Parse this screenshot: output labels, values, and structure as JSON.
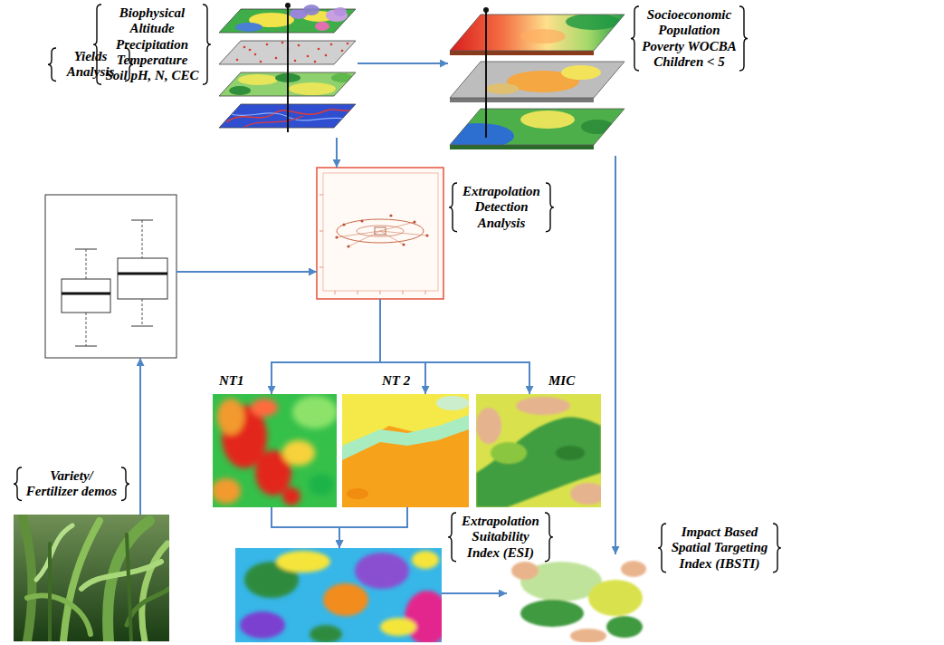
{
  "diagram": {
    "nodes": [
      {
        "text": [
          "Biophysical Altitude Precipitation Temperature Soil pH, N, CEC"
        ]
      },
      {
        "text": [
          "Socioeconomic Population Poverty WOCBA Children < 5"
        ]
      },
      {
        "text": [
          "Yields Analysis"
        ]
      },
      {
        "text": [
          "Extrapolation Detection Analysis"
        ]
      },
      {
        "text": [
          "NT1"
        ]
      },
      {
        "text": [
          "NT 2"
        ]
      },
      {
        "text": [
          "MIC"
        ]
      },
      {
        "text": [
          "Extrapolation Suitability Index (ESI)"
        ]
      },
      {
        "text": [
          "Impact Based Spatial Targeting Index (IBSTI)"
        ]
      },
      {
        "text": [
          "Variety/ Fertilizer demos"
        ]
      }
    ],
    "edges": [
      {
        "from": 0,
        "to": 1,
        "arrow": "to"
      },
      {
        "from": 0,
        "to": 3,
        "arrow": "to"
      },
      {
        "from": 1,
        "to": 8,
        "arrow": "to"
      },
      {
        "from": 2,
        "to": 3,
        "arrow": "to"
      },
      {
        "from": 9,
        "to": 2,
        "arrow": "to"
      },
      {
        "from": 3,
        "to": 4,
        "arrow": "to"
      },
      {
        "from": 3,
        "to": 5,
        "arrow": "to"
      },
      {
        "from": 3,
        "to": 6,
        "arrow": "to"
      },
      {
        "from": 4,
        "to": 7,
        "arrow": "to"
      },
      {
        "from": 5,
        "to": 7,
        "arrow": "to"
      },
      {
        "from": 7,
        "to": 8,
        "arrow": "to"
      }
    ]
  }
}
